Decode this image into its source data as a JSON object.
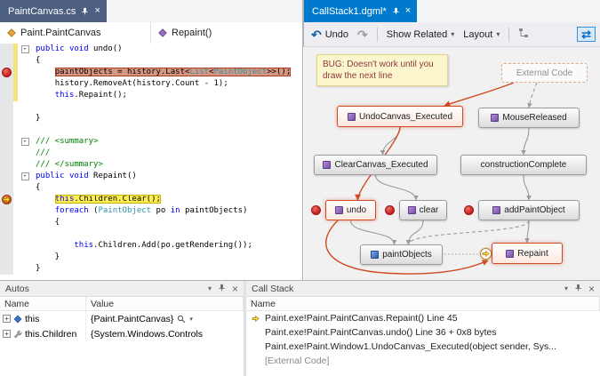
{
  "colors": {
    "accent": "#007acc",
    "selection_orange": "#cf4a20",
    "breakpoint_red": "#c41e1e",
    "current_line_yellow": "#ffee52"
  },
  "editor": {
    "tab": "PaintCanvas.cs",
    "nav": {
      "class_name": "Paint.PaintCanvas",
      "method_name": "Repaint()"
    },
    "lines": [
      {
        "t": [
          [
            "kw",
            "public"
          ],
          [
            "pl",
            " "
          ],
          [
            "kw",
            "void"
          ],
          [
            "pl",
            " undo()"
          ]
        ],
        "fold": true,
        "track": true
      },
      {
        "t": [
          [
            "pl",
            "{"
          ]
        ],
        "track": true
      },
      {
        "t": [
          [
            "pl",
            "    "
          ],
          [
            "pl",
            "paintObjects = history.Last<"
          ],
          [
            "ty",
            "List"
          ],
          [
            "pl",
            "<"
          ],
          [
            "ty",
            "PaintObject"
          ],
          [
            "pl",
            ">>();"
          ]
        ],
        "hl": "red",
        "marker": "bp",
        "track": true
      },
      {
        "t": [
          [
            "pl",
            "    "
          ],
          [
            "pl",
            "history.RemoveAt(history.Count - 1);"
          ]
        ],
        "track": true
      },
      {
        "t": [
          [
            "pl",
            "    "
          ],
          [
            "kw",
            "this"
          ],
          [
            "pl",
            ".Repaint();"
          ]
        ],
        "track": true
      },
      {
        "t": []
      },
      {
        "t": [
          [
            "pl",
            "}"
          ]
        ]
      },
      {
        "t": []
      },
      {
        "t": [
          [
            "cm",
            "/// <summary>"
          ]
        ],
        "fold": true
      },
      {
        "t": [
          [
            "cm",
            "///"
          ]
        ]
      },
      {
        "t": [
          [
            "cm",
            "/// </summary>"
          ]
        ]
      },
      {
        "t": [
          [
            "kw",
            "public"
          ],
          [
            "pl",
            " "
          ],
          [
            "kw",
            "void"
          ],
          [
            "pl",
            " Repaint()"
          ]
        ],
        "fold": true
      },
      {
        "t": [
          [
            "pl",
            "{"
          ]
        ]
      },
      {
        "t": [
          [
            "pl",
            "    "
          ],
          [
            "kw",
            "this"
          ],
          [
            "pl",
            ".Children.Clear();"
          ]
        ],
        "hl": "yellow",
        "marker": "cur"
      },
      {
        "t": [
          [
            "pl",
            "    "
          ],
          [
            "kw",
            "foreach"
          ],
          [
            "pl",
            " ("
          ],
          [
            "ty",
            "PaintObject"
          ],
          [
            "pl",
            " po "
          ],
          [
            "kw",
            "in"
          ],
          [
            "pl",
            " paintObjects)"
          ]
        ]
      },
      {
        "t": [
          [
            "pl",
            "    {"
          ]
        ]
      },
      {
        "t": []
      },
      {
        "t": [
          [
            "pl",
            "        "
          ],
          [
            "kw",
            "this"
          ],
          [
            "pl",
            ".Children.Add(po.getRendering());"
          ]
        ]
      },
      {
        "t": [
          [
            "pl",
            "    }"
          ]
        ]
      },
      {
        "t": [
          [
            "pl",
            "}"
          ]
        ]
      }
    ]
  },
  "map": {
    "tab": "CallStack1.dgml*",
    "toolbar": {
      "undo": "Undo",
      "show_related": "Show Related",
      "layout": "Layout"
    },
    "note": "BUG: Doesn't work until you draw the next line",
    "nodes": [
      {
        "id": "external",
        "label": "External Code",
        "variant": "external"
      },
      {
        "id": "undoExec",
        "label": "UndoCanvas_Executed",
        "kind": "method",
        "variant": "orange"
      },
      {
        "id": "mouseReleased",
        "label": "MouseReleased",
        "kind": "method"
      },
      {
        "id": "clearExec",
        "label": "ClearCanvas_Executed",
        "kind": "method"
      },
      {
        "id": "construction",
        "label": "constructionComplete"
      },
      {
        "id": "undo",
        "label": "undo",
        "kind": "method",
        "variant": "orange"
      },
      {
        "id": "clear",
        "label": "clear",
        "kind": "method"
      },
      {
        "id": "addPaint",
        "label": "addPaintObject",
        "kind": "method"
      },
      {
        "id": "paintObjects",
        "label": "paintObjects",
        "kind": "field"
      },
      {
        "id": "repaint",
        "label": "Repaint",
        "kind": "method",
        "variant": "orange"
      }
    ],
    "edges": [
      {
        "from": "external",
        "to": "undoExec",
        "style": "orange"
      },
      {
        "from": "external",
        "to": "mouseReleased",
        "style": "dashed"
      },
      {
        "from": "undoExec",
        "to": "clearExec",
        "style": "gray"
      },
      {
        "from": "undoExec",
        "to": "undo",
        "style": "orange"
      },
      {
        "from": "mouseReleased",
        "to": "construction",
        "style": "gray"
      },
      {
        "from": "clearExec",
        "to": "clear",
        "style": "gray"
      },
      {
        "from": "construction",
        "to": "addPaint",
        "style": "gray"
      },
      {
        "from": "undo",
        "to": "paintObjects",
        "style": "gray"
      },
      {
        "from": "clear",
        "to": "paintObjects",
        "style": "gray"
      },
      {
        "from": "addPaint",
        "to": "paintObjects",
        "style": "dashed"
      },
      {
        "from": "addPaint",
        "to": "repaint",
        "style": "gray"
      },
      {
        "from": "paintObjects",
        "to": "repaint",
        "style": "dotted"
      },
      {
        "from": "undo",
        "to": "repaint",
        "style": "orange"
      }
    ],
    "breakpoints": [
      "undo",
      "clear",
      "addPaint"
    ],
    "current": "repaint"
  },
  "autos": {
    "title": "Autos",
    "columns": [
      "Name",
      "Value"
    ],
    "rows": [
      {
        "name": "this",
        "icon": "object",
        "value": "{Paint.PaintCanvas}",
        "inspect": true
      },
      {
        "name": "this.Children",
        "icon": "property",
        "value": "{System.Windows.Controls"
      }
    ]
  },
  "callstack": {
    "title": "Call Stack",
    "column": "Name",
    "frames": [
      {
        "text": "Paint.exe!Paint.PaintCanvas.Repaint() Line 45",
        "current": true
      },
      {
        "text": "Paint.exe!Paint.PaintCanvas.undo() Line 36 + 0x8 bytes"
      },
      {
        "text": "Paint.exe!Paint.Window1.UndoCanvas_Executed(object sender, Sys..."
      },
      {
        "text": "[External Code]",
        "external": true
      }
    ]
  }
}
